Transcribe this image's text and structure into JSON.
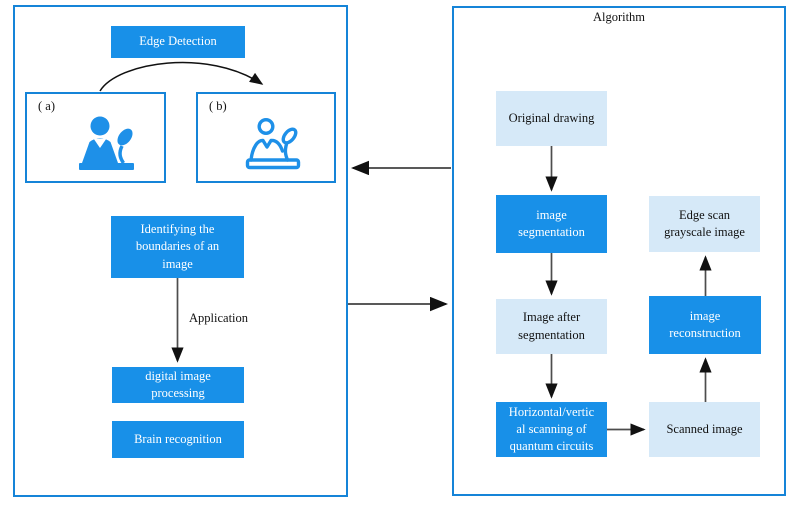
{
  "colors": {
    "accent_blue": "#1890E8",
    "light_blue_fill": "#D6E9F8",
    "panel_border_blue": "#1584D8",
    "arrow_gray": "#4d4d4d",
    "icon_blue": "#1E90E8"
  },
  "left_panel": {
    "edge_detection_label": "Edge Detection",
    "figure_a_label": "( a)",
    "figure_b_label": "( b)",
    "figure_a_icon": "speaker-at-podium-filled",
    "figure_b_icon": "speaker-at-podium-outline",
    "identifying_label": "Identifying the\nboundaries of an\nimage",
    "application_label": "Application",
    "digital_image_processing_label": "digital image\nprocessing",
    "brain_recognition_label": "Brain recognition"
  },
  "right_panel": {
    "title": "Algorithm",
    "original_drawing_label": "Original drawing",
    "image_segmentation_label": "image\nsegmentation",
    "image_after_segmentation_label": "Image after\nsegmentation",
    "horizontal_scanning_label": "Horizontal/vertic\nal scanning of\nquantum circuits",
    "scanned_image_label": "Scanned image",
    "image_reconstruction_label": "image\nreconstruction",
    "edge_scan_grayscale_label": "Edge scan\ngrayscale image"
  }
}
